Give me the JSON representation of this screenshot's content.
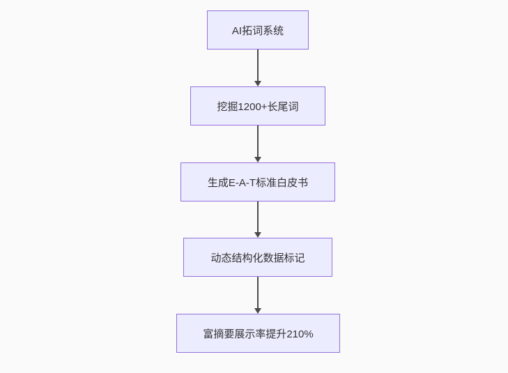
{
  "diagram": {
    "type": "flowchart",
    "direction": "top-down",
    "nodes": [
      {
        "label": "AI拓词系统"
      },
      {
        "label": "挖掘1200+长尾词"
      },
      {
        "label": "生成E-A-T标准白皮书"
      },
      {
        "label": "动态结构化数据标记"
      },
      {
        "label": "富摘要展示率提升210%"
      }
    ],
    "edges": [
      {
        "from": 0,
        "to": 1
      },
      {
        "from": 1,
        "to": 2
      },
      {
        "from": 2,
        "to": 3
      },
      {
        "from": 3,
        "to": 4
      }
    ]
  },
  "colors": {
    "page-bg": "#fafafa",
    "node-fill": "#ECECFF",
    "node-stroke": "#9370DB",
    "node-text": "#333333",
    "edge-stroke": "#4a4a4a"
  }
}
